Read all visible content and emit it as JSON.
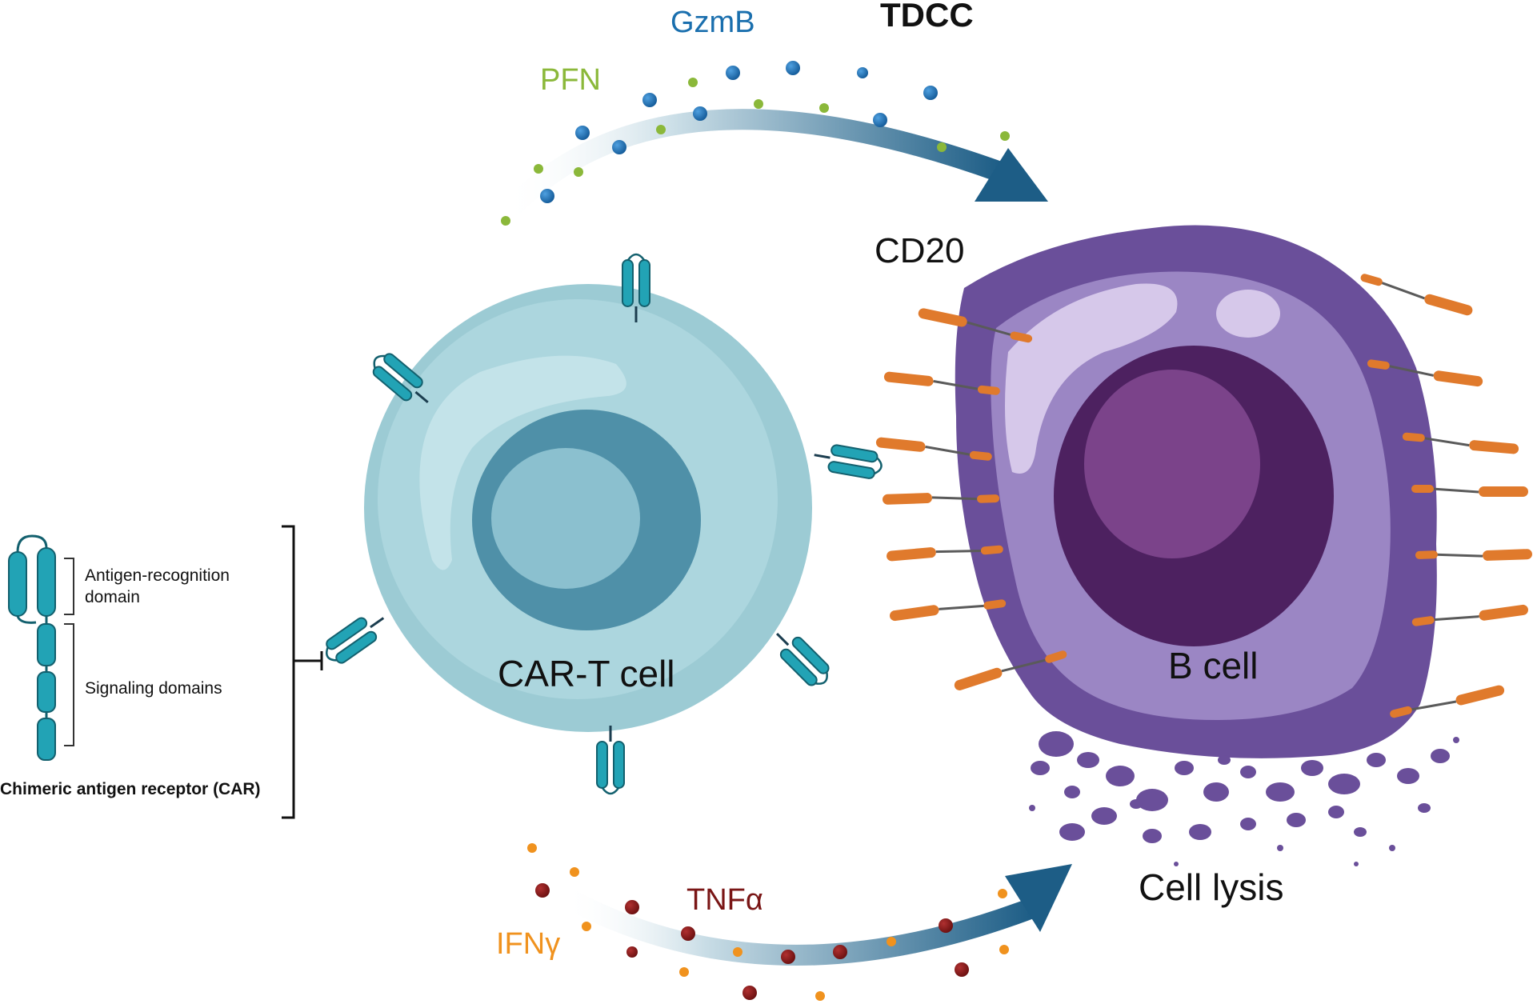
{
  "labels": {
    "tdcc": "TDCC",
    "gzmb": "GzmB",
    "pfn": "PFN",
    "cd20": "CD20",
    "car_t_cell": "CAR-T cell",
    "b_cell": "B cell",
    "cell_lysis": "Cell lysis",
    "tnfa": "TNFα",
    "ifng": "IFNγ"
  },
  "legend": {
    "antigen_recognition_line1": "Antigen-recognition",
    "antigen_recognition_line2": "domain",
    "signaling_domains": "Signaling domains",
    "car_title": "Chimeric antigen receptor (CAR)"
  },
  "colors": {
    "gzmb": "#1a6fae",
    "pfn": "#8bb83a",
    "tnfa": "#7a1616",
    "ifng": "#f0921e",
    "arrow_dark": "#1d5d86",
    "car_teal": "#22a3b5",
    "tcell_outer": "#a9d4dc",
    "tcell_nucleus": "#4f90a8",
    "bcell_outer": "#6a4f9a",
    "bcell_body": "#9b86c4",
    "bcell_nucleus": "#4d2160",
    "cd20_orange": "#e07a2c"
  }
}
